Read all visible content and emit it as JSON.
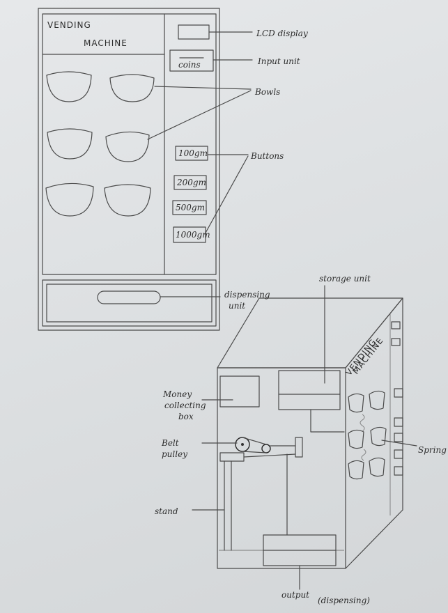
{
  "front_view": {
    "title_line1": "VENDING",
    "title_line2": "MACHINE",
    "input_slot_text": "coins",
    "buttons": [
      "100gm",
      "200gm",
      "500gm",
      "1000gm"
    ],
    "labels": {
      "lcd": "LCD display",
      "input": "Input unit",
      "bowls": "Bowls",
      "buttons": "Buttons",
      "dispensing_line1": "dispensing",
      "dispensing_line2": "unit"
    }
  },
  "side_view": {
    "side_text_line1": "VENDING",
    "side_text_line2": "MACHINE",
    "labels": {
      "storage": "storage unit",
      "money_line1": "Money",
      "money_line2": "collecting",
      "money_line3": "box",
      "belt_line1": "Belt",
      "belt_line2": "pulley",
      "stand": "stand",
      "spring": "Spring",
      "output": "output",
      "output_note": "(dispensing)"
    }
  }
}
